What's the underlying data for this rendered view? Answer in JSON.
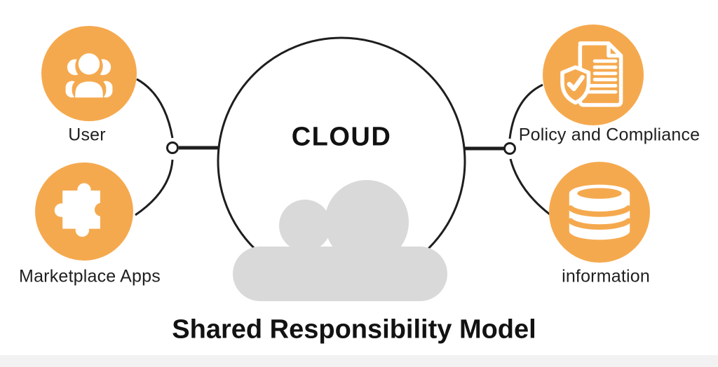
{
  "title": "Shared Responsibility Model",
  "center": {
    "label": "CLOUD"
  },
  "nodes": {
    "user": {
      "label": "User",
      "icon": "users-group-icon"
    },
    "marketplace": {
      "label": "Marketplace Apps",
      "icon": "puzzle-piece-icon"
    },
    "policy": {
      "label": "Policy and Compliance",
      "icon": "shield-check-document-icon"
    },
    "information": {
      "label": "information",
      "icon": "database-icon"
    }
  },
  "colors": {
    "accent_orange": "#F5A94E",
    "cloud_gray": "#D9D9D9",
    "line_black": "#1E1E1E",
    "background": "#FFFFFF"
  }
}
